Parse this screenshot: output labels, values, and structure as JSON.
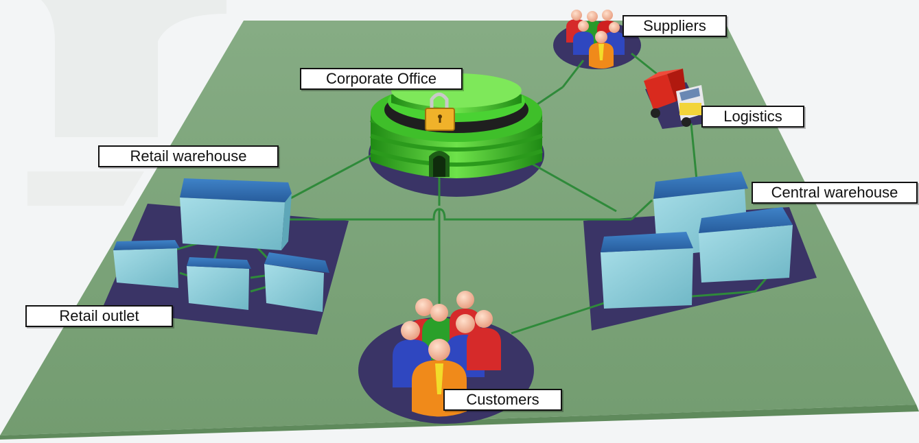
{
  "colors": {
    "background": "#f3f5f6",
    "board": "#7ea57b",
    "platform": "#3a3466",
    "connector": "#2f8a3a",
    "warehouse_top": "#2f6fb5",
    "warehouse_side": "#8fd2df",
    "office_green": "#3fbf2a"
  },
  "nodes": {
    "suppliers": {
      "label": "Suppliers",
      "icon": "people-group-icon"
    },
    "corporate_office": {
      "label": "Corporate Office",
      "icon": "secure-office-building-icon"
    },
    "logistics": {
      "label": "Logistics",
      "icon": "delivery-truck-icon"
    },
    "retail_warehouse": {
      "label": "Retail warehouse",
      "icon": "warehouse-icon"
    },
    "central_warehouse": {
      "label": "Central warehouse",
      "icon": "warehouse-icon"
    },
    "retail_outlet": {
      "label": "Retail outlet",
      "icon": "store-icon"
    },
    "customers": {
      "label": "Customers",
      "icon": "people-group-icon"
    }
  },
  "connections": [
    [
      "corporate_office",
      "suppliers"
    ],
    [
      "suppliers",
      "logistics"
    ],
    [
      "logistics",
      "central_warehouse"
    ],
    [
      "corporate_office",
      "retail_warehouse"
    ],
    [
      "corporate_office",
      "central_warehouse"
    ],
    [
      "corporate_office",
      "customers"
    ],
    [
      "retail_warehouse",
      "central_warehouse"
    ],
    [
      "retail_warehouse",
      "retail_outlet"
    ],
    [
      "central_warehouse",
      "customers"
    ]
  ]
}
